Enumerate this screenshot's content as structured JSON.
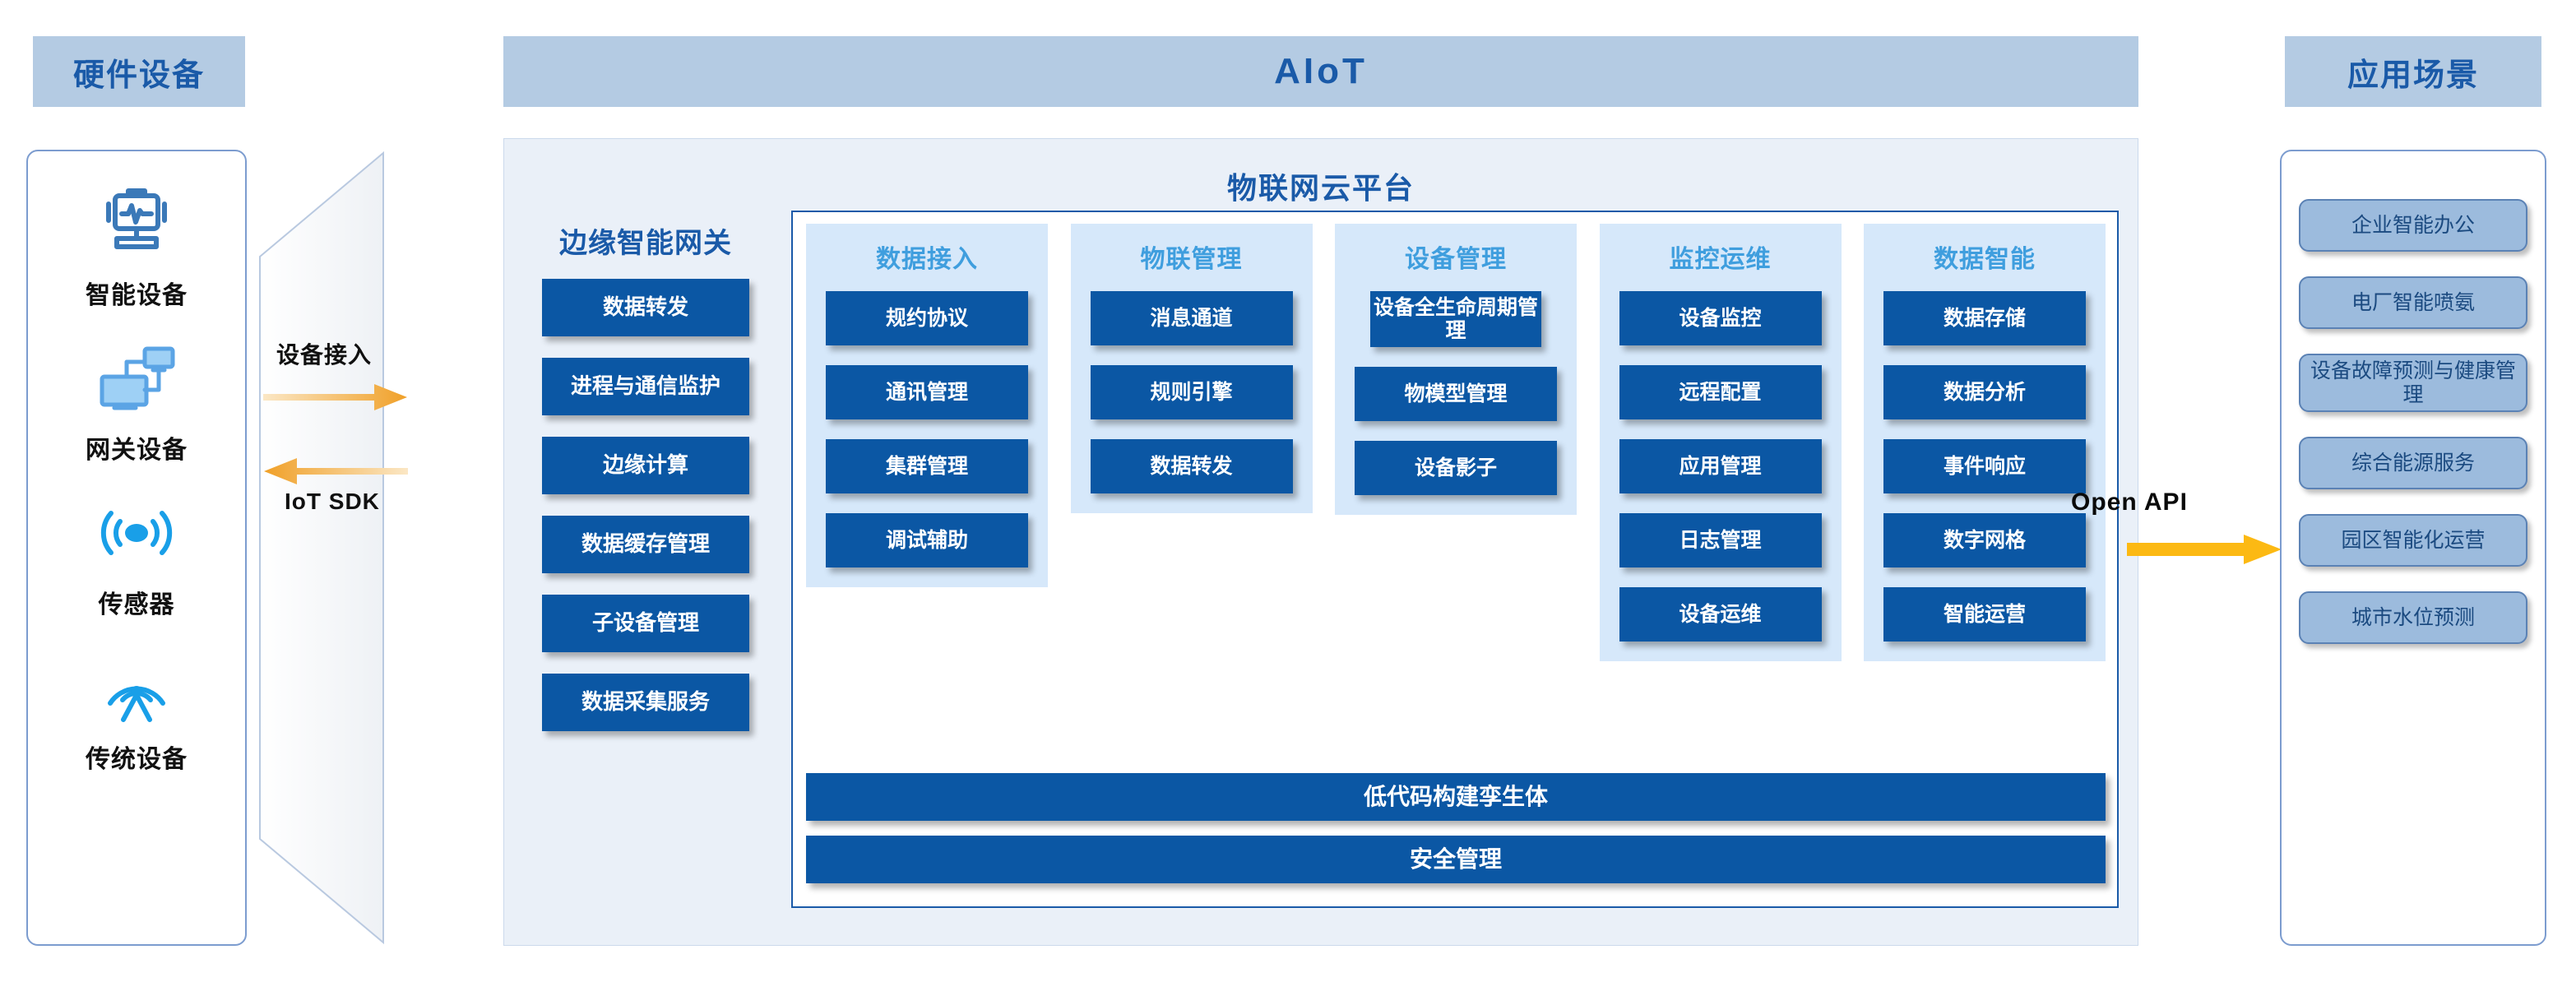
{
  "headers": {
    "left": "硬件设备",
    "center": "AIoT",
    "right": "应用场景"
  },
  "colors": {
    "header_chip_bg": "#b4cbe3",
    "header_text": "#1a5aa8",
    "blue_box": "#0b57a4",
    "column_bg": "#d6e8fa",
    "column_title": "#3f9ede",
    "app_chip_bg": "#9cbbdd",
    "arrow_orange": "#f0a933",
    "arrow_yellow": "#fcb913",
    "panel_border": "#7c9ccf",
    "aiot_bg": "#eaf0f8"
  },
  "hardware": {
    "items": [
      {
        "icon": "smart-device-monitor-icon",
        "label": "智能设备"
      },
      {
        "icon": "gateway-devices-icon",
        "label": "网关设备"
      },
      {
        "icon": "sensor-signal-icon",
        "label": "传感器"
      },
      {
        "icon": "legacy-antenna-icon",
        "label": "传统设备"
      }
    ]
  },
  "connector": {
    "top_label": "设备接入",
    "bottom_label": "IoT SDK"
  },
  "edge_gateway": {
    "title": "边缘智能网关",
    "items": [
      "数据转发",
      "进程与通信监护",
      "边缘计算",
      "数据缓存管理",
      "子设备管理",
      "数据采集服务"
    ]
  },
  "cloud_platform": {
    "title": "物联网云平台",
    "columns": [
      {
        "title": "数据接入",
        "items": [
          "规约协议",
          "通讯管理",
          "集群管理",
          "调试辅助"
        ]
      },
      {
        "title": "物联管理",
        "items": [
          "消息通道",
          "规则引擎",
          "数据转发"
        ]
      },
      {
        "title": "设备管理",
        "items": [
          "设备全生命周期管理",
          "物模型管理",
          "设备影子"
        ]
      },
      {
        "title": "监控运维",
        "items": [
          "设备监控",
          "远程配置",
          "应用管理",
          "日志管理",
          "设备运维"
        ]
      },
      {
        "title": "数据智能",
        "items": [
          "数据存储",
          "数据分析",
          "事件响应",
          "数字网格",
          "智能运营"
        ]
      }
    ],
    "bottom_bars": [
      "低代码构建孪生体",
      "安全管理"
    ]
  },
  "open_api": {
    "label": "Open API"
  },
  "applications": {
    "items": [
      "企业智能办公",
      "电厂智能喷氨",
      "设备故障预测与健康管理",
      "综合能源服务",
      "园区智能化运营",
      "城市水位预测"
    ]
  }
}
